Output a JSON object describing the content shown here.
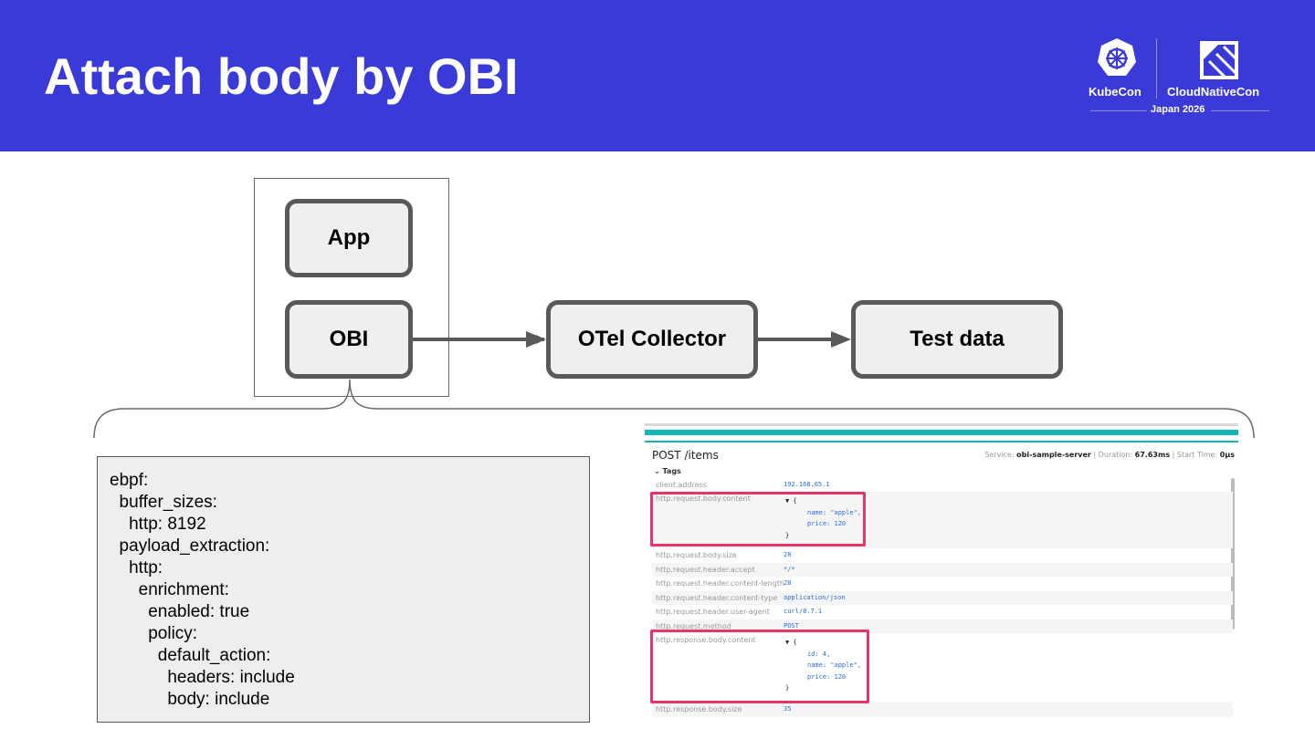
{
  "header": {
    "title": "Attach body by OBI",
    "logo": {
      "left_text": "KubeCon",
      "right_text": "CloudNativeCon",
      "event": "Japan 2026"
    },
    "background": "#3a3ad9"
  },
  "diagram": {
    "nodes": [
      "App",
      "OBI",
      "OTel Collector",
      "Test data"
    ],
    "edges": [
      {
        "from": "OBI",
        "to": "OTel Collector"
      },
      {
        "from": "OTel Collector",
        "to": "Test data"
      }
    ]
  },
  "config": {
    "lines": [
      "ebpf:",
      "  buffer_sizes:",
      "    http: 8192",
      "  payload_extraction:",
      "    http:",
      "      enrichment:",
      "        enabled: true",
      "        policy:",
      "          default_action:",
      "            headers: include",
      "            body: include"
    ]
  },
  "trace": {
    "operation": "POST /items",
    "service_label": "Service:",
    "service": "obi-sample-server",
    "duration_label": "Duration:",
    "duration": "67.63ms",
    "start_label": "Start Time:",
    "start": "0μs",
    "tags_label": "Tags",
    "tags": [
      {
        "key": "client.address",
        "value": "192.168.65.1"
      },
      {
        "key": "http.request.body.content",
        "value": "",
        "object": [
          "▼ {",
          "name: \"apple\",",
          "price: 120",
          "}"
        ]
      },
      {
        "key": "http.request.body.size",
        "value": "28"
      },
      {
        "key": "http.request.header.accept",
        "value": "*/*"
      },
      {
        "key": "http.request.header.content-length",
        "value": "28"
      },
      {
        "key": "http.request.header.content-type",
        "value": "application/json"
      },
      {
        "key": "http.request.header.user-agent",
        "value": "curl/8.7.1"
      },
      {
        "key": "http.request.method",
        "value": "POST"
      },
      {
        "key": "http.response.body.content",
        "value": "",
        "object": [
          "▼ {",
          "id: 4,",
          "name: \"apple\",",
          "price: 120",
          "}"
        ]
      },
      {
        "key": "http.response.body.size",
        "value": "35"
      }
    ],
    "highlight_color": "#e8336b",
    "accent_color": "#12b5b5"
  }
}
